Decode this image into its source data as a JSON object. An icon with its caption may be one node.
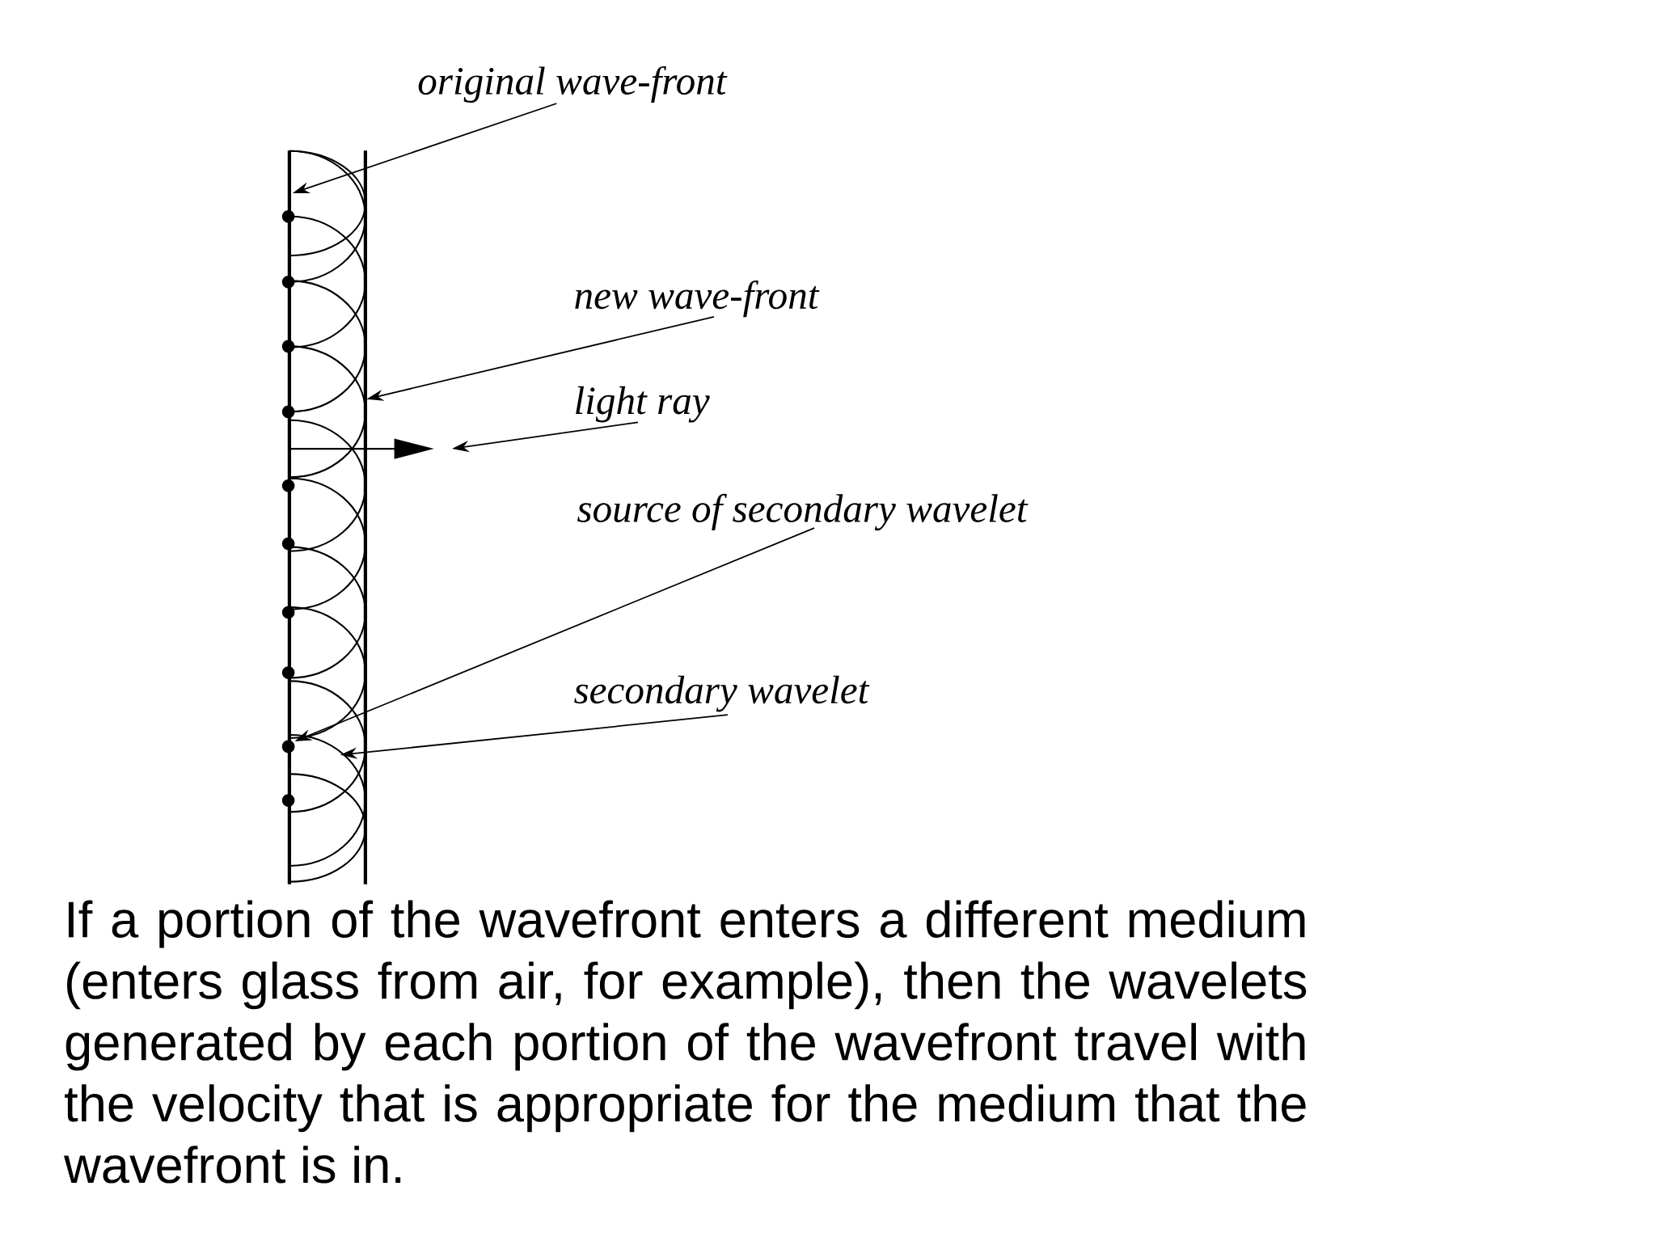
{
  "diagram": {
    "caption": "If a portion of the wavefront enters a different medium (enters glass from air, for example), then the wavelets generated by each portion of the wavefront travel with the velocity that is appropriate for the medium that the wavefront is in.",
    "nodes": [
      {
        "text": [
          "original wave-front"
        ]
      },
      {
        "text": [
          "new wave-front"
        ]
      },
      {
        "text": [
          "light ray"
        ]
      },
      {
        "text": [
          "source of secondary wavelet"
        ]
      },
      {
        "text": [
          "secondary wavelet"
        ]
      },
      {
        "text": [],
        "shape": "line"
      },
      {
        "text": [],
        "shape": "line"
      },
      {
        "text": [],
        "shape": "circle"
      },
      {
        "text": [],
        "shape": "arc"
      }
    ],
    "edges": [
      {
        "from": 0,
        "to": 5,
        "arrow": "to"
      },
      {
        "from": 1,
        "to": 6,
        "arrow": "to"
      },
      {
        "from": 2,
        "to": null,
        "arrow": "to"
      },
      {
        "from": 3,
        "to": 7,
        "arrow": "to"
      },
      {
        "from": 4,
        "to": 8,
        "arrow": "to"
      },
      {
        "from": 5,
        "to": null,
        "arrow": "to"
      }
    ]
  }
}
